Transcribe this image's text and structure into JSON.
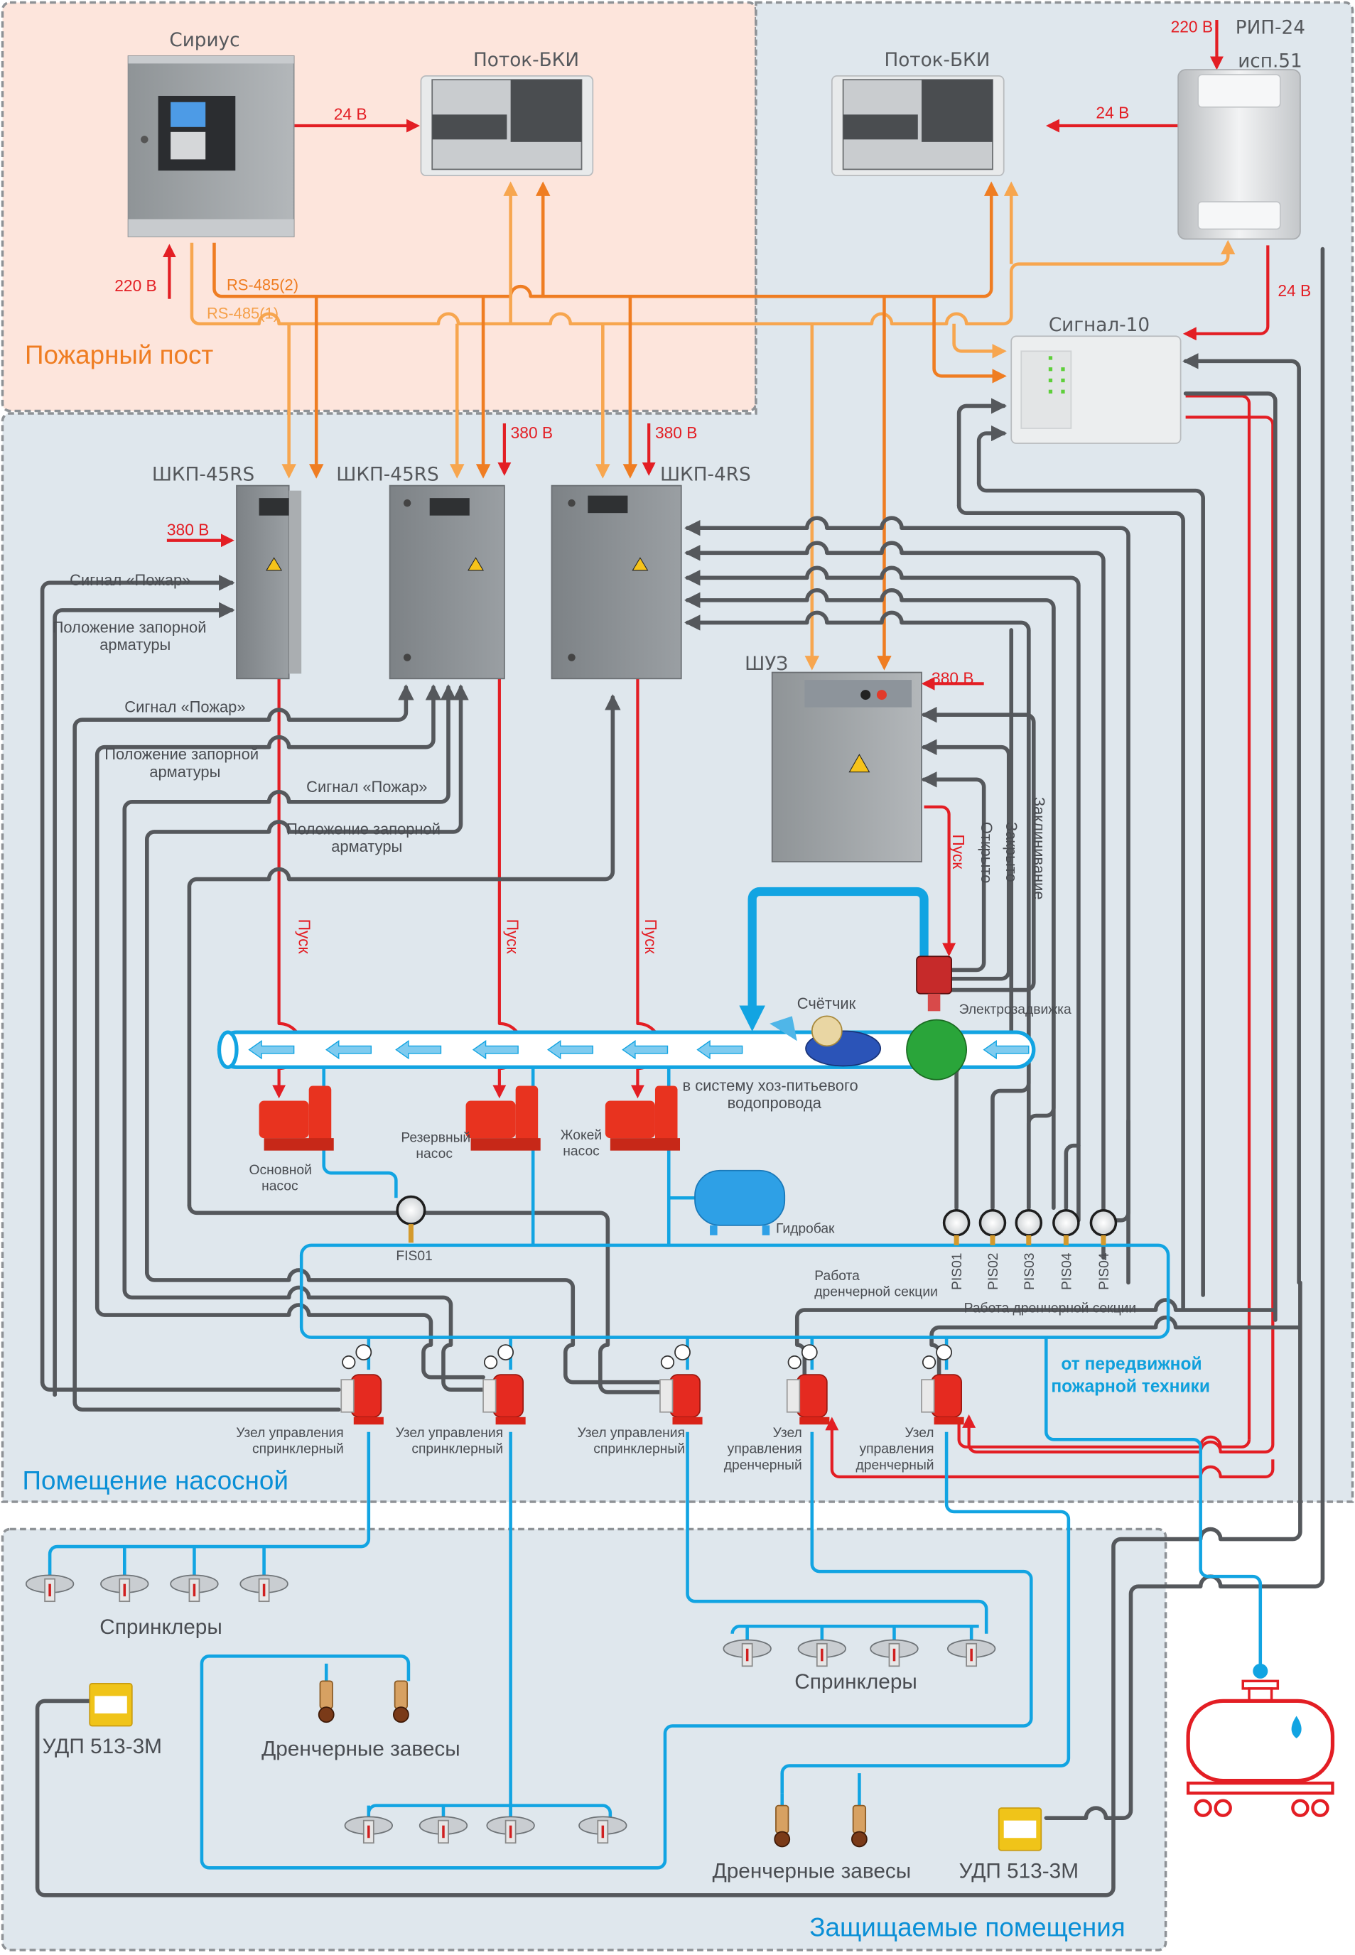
{
  "zones": {
    "fire_post": "Пожарный пост",
    "pump_room": "Помещение насосной",
    "protected": "Защищаемые помещения"
  },
  "colors": {
    "fire_post_bg": "#fde5dc",
    "pump_room_bg": "#dfe7ed",
    "power_line": "#e31e24",
    "rs485_1": "#f7a64f",
    "rs485_2": "#ef7d22",
    "signal_line": "#55585c",
    "water_line": "#12a4e2"
  },
  "devices": {
    "sirius": "Сириус",
    "potok_bki_1": "Поток-БКИ",
    "potok_bki_2": "Поток-БКИ",
    "rip24_line1": "РИП-24",
    "rip24_line2": "исп.51",
    "signal10": "Сигнал-10",
    "shkp1": "ШКП-45RS",
    "shkp2": "ШКП-45RS",
    "shkp3": "ШКП-4RS",
    "shuz": "ШУЗ",
    "counter": "Счётчик",
    "valve": "Электрозадвижка",
    "main_pump_line1": "Основной",
    "main_pump_line2": "насос",
    "reserve_pump_line1": "Резервный",
    "reserve_pump_line2": "насос",
    "jockey_pump_line1": "Жокей",
    "jockey_pump_line2": "насос",
    "hydrotank": "Гидробак",
    "fis01": "FIS01",
    "pis": [
      "PIS01",
      "PIS02",
      "PIS03",
      "PIS04",
      "PIS04"
    ],
    "household_line1": "в систему хоз-питьевого",
    "household_line2": "водопровода",
    "mobile_line1": "от передвижной",
    "mobile_line2": "пожарной техники",
    "udp1": "УДП 513-3М",
    "udp2": "УДП 513-3М",
    "sprinklers1": "Спринклеры",
    "sprinklers2": "Спринклеры",
    "deluge1": "Дренчерные завесы",
    "deluge2": "Дренчерные завесы"
  },
  "valves": [
    {
      "line1": "Узел управления",
      "line2": "спринклерный"
    },
    {
      "line1": "Узел управления",
      "line2": "спринклерный"
    },
    {
      "line1": "Узел управления",
      "line2": "спринклерный"
    },
    {
      "line1": "Узел",
      "line2": "управления",
      "line3": "дренчерный"
    },
    {
      "line1": "Узел",
      "line2": "управления",
      "line3": "дренчерный"
    }
  ],
  "labels": {
    "v24_a": "24 В",
    "v24_b": "24 В",
    "v24_c": "24 В",
    "v220_a": "220 В",
    "v220_b": "220 В",
    "v380_a": "380 В",
    "v380_b": "380 В",
    "v380_c": "380 В",
    "v380_d": "380 В",
    "rs485_2": "RS-485(2)",
    "rs485_1": "RS-485(1)",
    "signal_fire": "Сигнал «Пожар»",
    "valve_pos_1": "Положение запорной",
    "valve_pos_2": "арматуры",
    "start": "Пуск",
    "open": "Открыто",
    "closed": "Закрыто",
    "jam": "Заклинивание",
    "deluge_work_1": "Работа",
    "deluge_work_2": "дренчерной секции",
    "deluge_work_full": "Работа дренчерной секции"
  }
}
